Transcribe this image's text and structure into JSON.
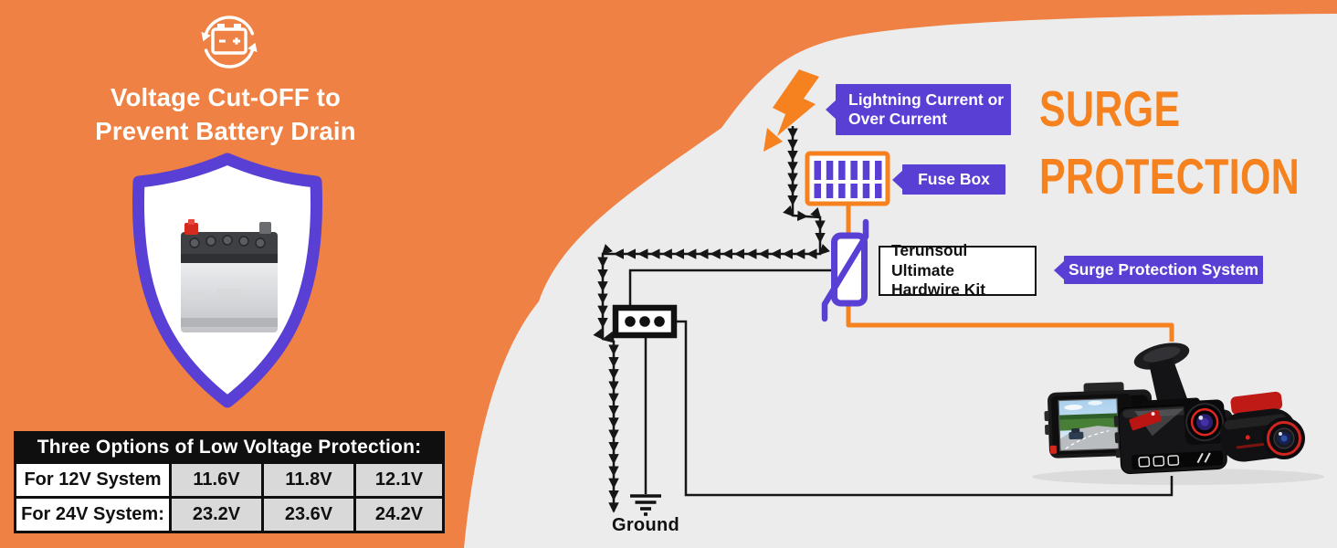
{
  "colors": {
    "orange_bg": "#EE8143",
    "orange_accent": "#F6821F",
    "purple": "#5A3FD4",
    "gray_bg": "#ECECEC",
    "cell_gray": "#D9D9D9"
  },
  "left_panel": {
    "title_line1": "Voltage Cut-OFF to",
    "title_line2": "Prevent Battery Drain",
    "icon": "battery-recycle-icon",
    "shield_image": "car-battery-in-shield",
    "table": {
      "header": "Three Options of Low Voltage Protection:",
      "rows": [
        {
          "label": "For 12V System",
          "values": [
            "11.6V",
            "11.8V",
            "12.1V"
          ]
        },
        {
          "label": "For 24V System:",
          "values": [
            "23.2V",
            "23.6V",
            "24.2V"
          ]
        }
      ]
    }
  },
  "diagram": {
    "heading_line1": "SURGE",
    "heading_line2": "PROTECTION",
    "labels": {
      "lightning_line1": "Lightning Current or",
      "lightning_line2": "Over Current",
      "fuse": "Fuse Box",
      "kit_line1": "Terunsoul Ultimate",
      "kit_line2": "Hardwire Kit",
      "sps": "Surge Protection System",
      "ground": "Ground"
    },
    "icons": [
      "lightning-bolt-icon",
      "fuse-box-icon",
      "surge-arrester-symbol",
      "connector-block",
      "ground-symbol",
      "dashcam-cluster"
    ]
  }
}
